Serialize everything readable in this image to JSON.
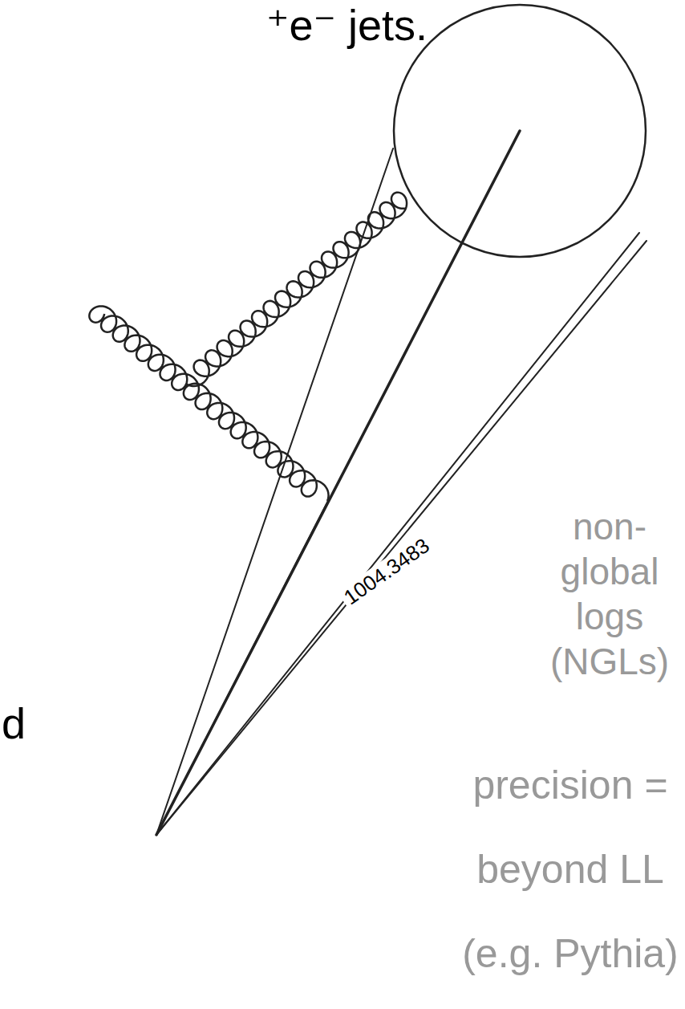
{
  "diagram": {
    "labels": [
      "⁺e⁻ jets.",
      "d",
      "1004.3483",
      "non- global logs (NGLs)",
      "precision = beyond LL (e.g. Pythia)"
    ]
  }
}
